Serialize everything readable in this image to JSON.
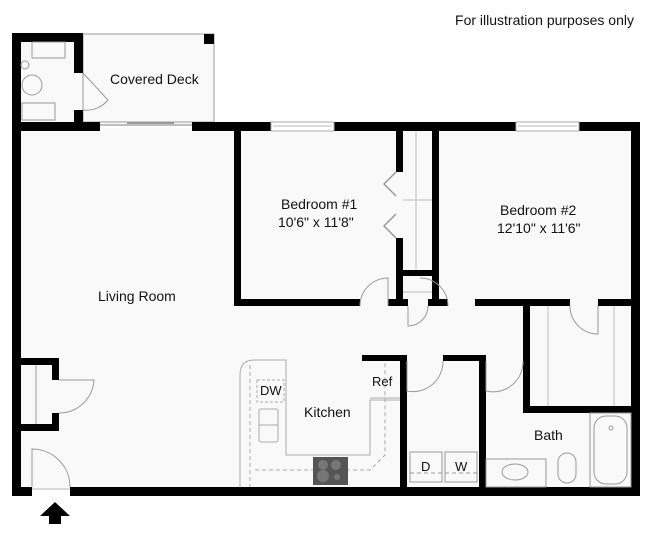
{
  "disclaimer": "For illustration purposes only",
  "rooms": {
    "covered_deck": {
      "name": "Covered Deck"
    },
    "living_room": {
      "name": "Living Room"
    },
    "bedroom1": {
      "name": "Bedroom #1",
      "dimensions": "10'6\" x 11'8\""
    },
    "bedroom2": {
      "name": "Bedroom #2",
      "dimensions": "12'10\" x 11'6\""
    },
    "kitchen": {
      "name": "Kitchen"
    },
    "bath": {
      "name": "Bath"
    }
  },
  "appliances": {
    "dishwasher": "DW",
    "refrigerator": "Ref",
    "dryer": "D",
    "washer": "W"
  },
  "icons": {
    "entry": "entry-arrow-icon"
  },
  "colors": {
    "wall": "#000000",
    "floor": "#f9f9f9",
    "fixture_line": "#999999",
    "cooktop": "#555555"
  }
}
